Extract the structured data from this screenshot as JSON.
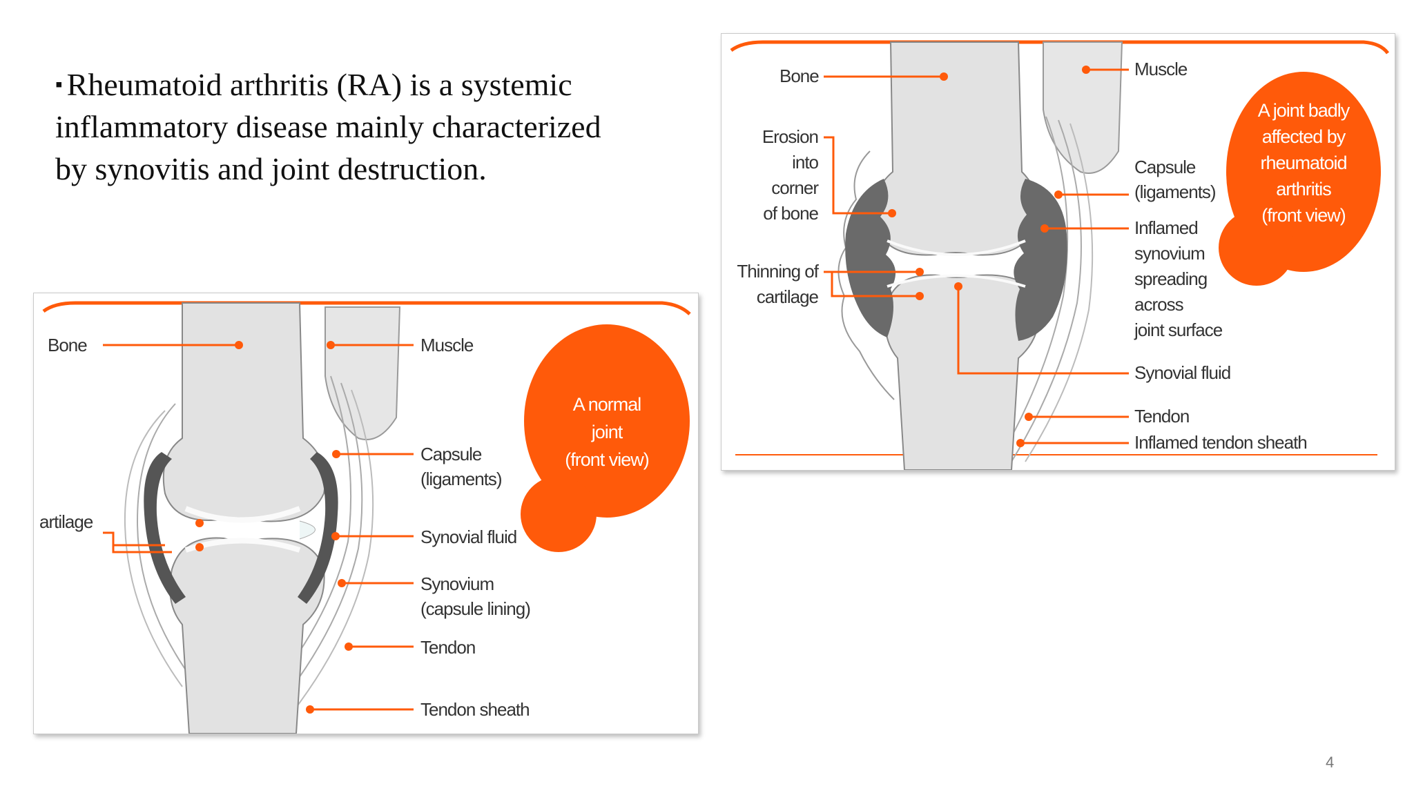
{
  "slide": {
    "bullet_text": "Rheumatoid arthritis (RA) is a systemic inflammatory disease mainly characterized by synovitis and joint destruction.",
    "bullet_symbol": "▪",
    "page_number": "4"
  },
  "colors": {
    "accent_orange": "#ff5a0a",
    "bone": "#e2e2e2",
    "inflamed": "#6a6a6a"
  },
  "normal_joint": {
    "badge": [
      "A normal",
      "joint",
      "(front view)"
    ],
    "labels": {
      "bone": "Bone",
      "muscle": "Muscle",
      "capsule_1": "Capsule",
      "capsule_2": "(ligaments)",
      "cartilage": "artilage",
      "synovial_fluid": "Synovial fluid",
      "synovium_1": "Synovium",
      "synovium_2": "(capsule lining)",
      "tendon": "Tendon",
      "tendon_sheath": "Tendon sheath"
    }
  },
  "ra_joint": {
    "badge": [
      "A joint badly",
      "affected by",
      "rheumatoid",
      "arthritis",
      "(front view)"
    ],
    "labels": {
      "bone": "Bone",
      "muscle": "Muscle",
      "erosion": [
        "Erosion",
        "into",
        "corner",
        "of bone"
      ],
      "thinning": [
        "Thinning of",
        "cartilage"
      ],
      "capsule_1": "Capsule",
      "capsule_2": "(ligaments)",
      "inflamed_synovium": [
        "Inflamed",
        "synovium",
        "spreading",
        "across",
        "joint surface"
      ],
      "synovial_fluid": "Synovial fluid",
      "tendon": "Tendon",
      "inflamed_tendon_sheath": "Inflamed tendon sheath"
    }
  }
}
